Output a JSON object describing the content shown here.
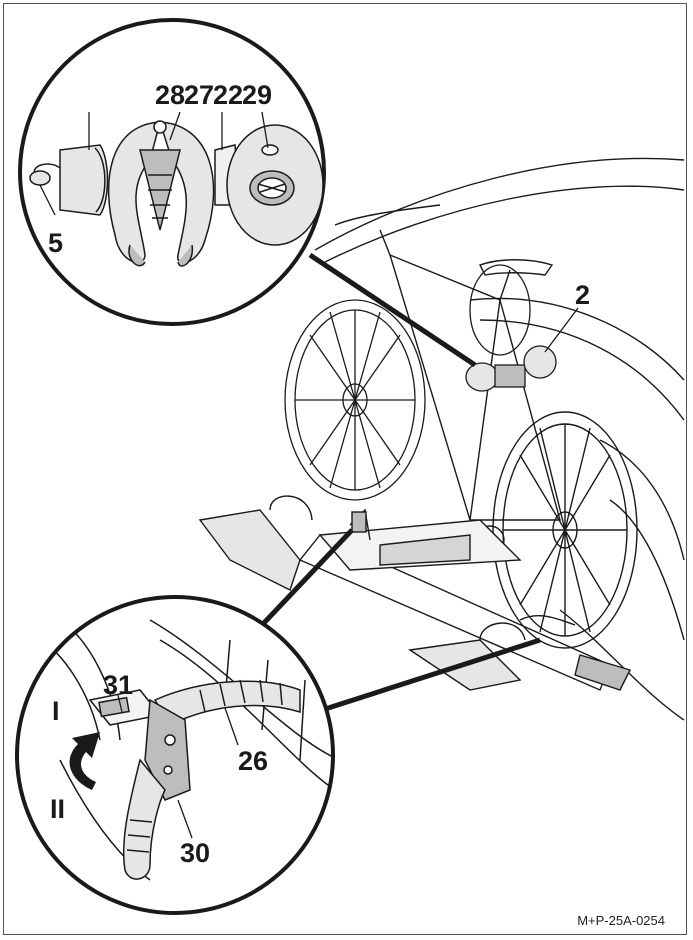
{
  "figure": {
    "reference_code": "M+P-25A-0254"
  },
  "callouts": {
    "c28": "28",
    "c27": "27",
    "c22": "22",
    "c29": "29",
    "c5": "5",
    "c2": "2",
    "c31": "31",
    "cI": "I",
    "cII": "II",
    "c26": "26",
    "c30": "30"
  },
  "colors": {
    "line": "#1a1a1a",
    "frame": "#555555",
    "arrow": "#1a1a1a",
    "fill_light": "#e6e6e6",
    "fill_mid": "#bdbdbd"
  }
}
